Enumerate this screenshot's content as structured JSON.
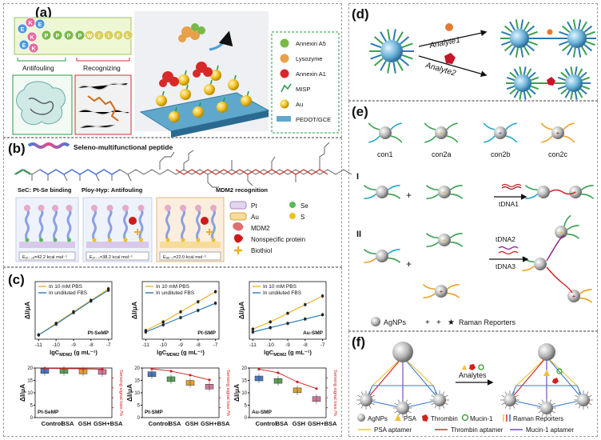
{
  "panels": {
    "a": "(a)",
    "b": "(b)",
    "c": "(c)",
    "d": "(d)",
    "e": "(e)",
    "f": "(f)"
  },
  "a": {
    "peptide": [
      "E",
      "K",
      "E",
      "K",
      "E",
      "K",
      "P",
      "P",
      "P",
      "P",
      "W",
      "I",
      "I",
      "F",
      "L"
    ],
    "antifouling": "Antifouling",
    "recognizing": "Recognizing",
    "legend": [
      "Annexin A5",
      "Lysozyme",
      "Annexin A1",
      "MISP",
      "Au",
      "PEDOT/GCE"
    ]
  },
  "b": {
    "title": "Seleno-multifunctional peptide",
    "sec": "SeC: Pt-Se binding",
    "hyp": "Ploy-Hyp: Antifouling",
    "mdm2": "MDM2  recognition",
    "energies": [
      "Eₚₜ₋ₛₑ=42.2 kcal mol⁻¹",
      "Eₚₜ₋ₛ=38.2 kcal mol⁻¹",
      "Eₐᵤ₋ₛ=22.0 kcal mol⁻¹"
    ],
    "legend": {
      "pt": "Pt",
      "se": "Se",
      "au": "Au",
      "s": "S",
      "mdm2": "MDM2",
      "nonspec": "Nonspecific protein",
      "biothiol": "Biothiol"
    }
  },
  "c": {
    "ylabel": "ΔI/μA",
    "xlabel": "lgC",
    "xsub": "MDM2",
    "xunit": " (g mL⁻¹)",
    "ylabel2": "Sensing signal loss /%",
    "legend_pbs": "In 10 mM PBS",
    "legend_fbs": "In undiluted FBS",
    "xticks": [
      "-11",
      "-10",
      "-9",
      "-8",
      "-7"
    ],
    "box_categories": [
      "Control",
      "BSA",
      "GSH",
      "GSH+BSA"
    ],
    "colors": {
      "pbs": "#f0b429",
      "fbs": "#2a7ab8"
    }
  },
  "chart_data": [
    {
      "type": "line",
      "title": "Pt-SeMP",
      "xlabel": "lgC MDM2 (g mL-1)",
      "ylabel": "ΔI/μA",
      "x": [
        -11,
        -10,
        -9,
        -8,
        -7
      ],
      "xlim": [
        -11.2,
        -6.8
      ],
      "ylim": [
        0,
        40
      ],
      "yticks": [
        0,
        10,
        20,
        30
      ],
      "series": [
        {
          "name": "In 10 mM PBS",
          "values": [
            3,
            11,
            19,
            27,
            35
          ]
        },
        {
          "name": "In undiluted FBS",
          "values": [
            3,
            10.5,
            18.5,
            26.5,
            34
          ]
        }
      ]
    },
    {
      "type": "line",
      "title": "Pt-SMP",
      "xlabel": "lgC MDM2 (g mL-1)",
      "ylabel": "ΔI/μA",
      "x": [
        -11,
        -10,
        -9,
        -8,
        -7
      ],
      "xlim": [
        -11.2,
        -6.8
      ],
      "ylim": [
        0,
        40
      ],
      "yticks": [
        0,
        10,
        20,
        30
      ],
      "series": [
        {
          "name": "In 10 mM PBS",
          "values": [
            6,
            12,
            19,
            26,
            33
          ]
        },
        {
          "name": "In undiluted FBS",
          "values": [
            5,
            10,
            15,
            20,
            25
          ]
        }
      ]
    },
    {
      "type": "line",
      "title": "Au-SMP",
      "xlabel": "lgC MDM2 (g mL-1)",
      "ylabel": "ΔI/μA",
      "x": [
        -11,
        -10,
        -9,
        -8,
        -7
      ],
      "xlim": [
        -11.2,
        -6.8
      ],
      "ylim": [
        0,
        40
      ],
      "yticks": [
        0,
        10,
        20,
        30
      ],
      "series": [
        {
          "name": "In 10 mM PBS",
          "values": [
            7,
            12,
            18,
            24,
            30
          ]
        },
        {
          "name": "In undiluted FBS",
          "values": [
            5,
            8,
            11,
            14,
            17
          ]
        }
      ]
    },
    {
      "type": "bar",
      "title": "Pt-SeMP",
      "categories": [
        "Control",
        "BSA",
        "GSH",
        "GSH+BSA"
      ],
      "ylabel": "ΔI/μA",
      "ylim": [
        0,
        20
      ],
      "yticks": [
        0,
        5,
        10,
        15,
        20
      ],
      "y2label": "Sensing signal loss /%",
      "y2lim": [
        0,
        100
      ],
      "values": [
        18.8,
        18.8,
        18.6,
        18.4
      ],
      "loss": [
        1,
        1.5,
        2,
        3
      ],
      "colors": [
        "#4a78c0",
        "#5aa05a",
        "#e0a030",
        "#d07a9a"
      ]
    },
    {
      "type": "bar",
      "title": "Pt-SMP",
      "categories": [
        "Control",
        "BSA",
        "GSH",
        "GSH+BSA"
      ],
      "ylabel": "ΔI/μA",
      "ylim": [
        0,
        20
      ],
      "yticks": [
        0,
        5,
        10,
        15,
        20
      ],
      "y2label": "Sensing signal loss /%",
      "y2lim": [
        0,
        100
      ],
      "values": [
        17.5,
        15.5,
        14,
        12.5
      ],
      "loss": [
        2,
        8,
        18,
        30
      ],
      "colors": [
        "#4a78c0",
        "#5aa05a",
        "#e0a030",
        "#d07a9a"
      ]
    },
    {
      "type": "bar",
      "title": "Au-SMP",
      "categories": [
        "Control",
        "BSA",
        "GSH",
        "GSH+BSA"
      ],
      "ylabel": "ΔI/μA",
      "ylim": [
        0,
        20
      ],
      "yticks": [
        0,
        5,
        10,
        15,
        20
      ],
      "y2label": "Sensing signal loss /%",
      "y2lim": [
        0,
        100
      ],
      "values": [
        15.8,
        14.8,
        11,
        7.5
      ],
      "loss": [
        3,
        12,
        35,
        52
      ],
      "colors": [
        "#4a78c0",
        "#5aa05a",
        "#e0a030",
        "#d07a9a"
      ]
    }
  ],
  "d": {
    "analyte1": "Analyte1",
    "analyte2": "Analyte2"
  },
  "e": {
    "cons": [
      "con1",
      "con2a",
      "con2b",
      "con2c"
    ],
    "roman1": "I",
    "roman2": "II",
    "tdna1": "tDNA1",
    "tdna2": "tDNA2",
    "tdna3": "tDNA3",
    "legend_agnp": "AgNPs",
    "legend_raman": "Raman Reporters"
  },
  "f": {
    "analytes": "Analytes",
    "legend": [
      "AgNPs",
      "PSA",
      "Thrombin",
      "Mucin-1",
      "Raman Reporters"
    ],
    "aptamers": [
      "PSA aptamer",
      "Thrombin aptamer",
      "Mucin-1 aptamer"
    ],
    "apt_colors": [
      "#f0c030",
      "#d02020",
      "#6a3ac0"
    ]
  }
}
